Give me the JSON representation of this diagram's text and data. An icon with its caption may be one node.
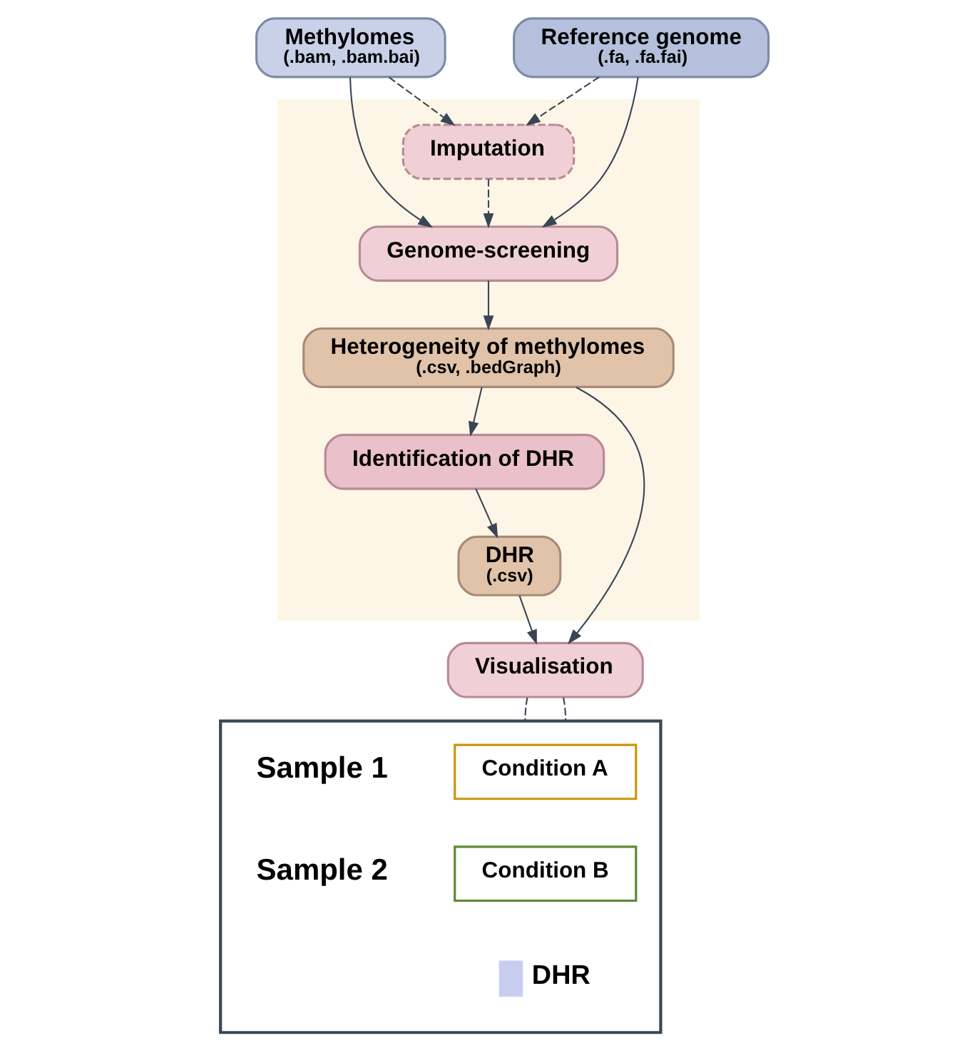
{
  "diagram": {
    "nodes": [
      {
        "text": [
          "Methylomes",
          "(.bam, .bam.bai)"
        ]
      },
      {
        "text": [
          "Reference genome",
          "(.fa, .fa.fai)"
        ]
      },
      {
        "text": [],
        "shape": "box"
      },
      {
        "text": [
          "Imputation"
        ],
        "in": 2
      },
      {
        "text": [
          "Genome-screening"
        ],
        "in": 2
      },
      {
        "text": [
          "Heterogeneity of methylomes",
          "(.csv, .bedGraph)"
        ],
        "in": 2
      },
      {
        "text": [
          "Identification of DHR"
        ],
        "in": 2
      },
      {
        "text": [
          "DHR",
          "(.csv)"
        ],
        "in": 2
      },
      {
        "text": [
          "Visualisation"
        ]
      },
      {
        "text": [],
        "shape": "box"
      },
      {
        "text": [
          "Condition A"
        ],
        "in": 9
      },
      {
        "text": [
          "Condition B"
        ],
        "in": 9
      }
    ],
    "edges": [
      {
        "from": 0,
        "to": 4,
        "arrow": "to"
      },
      {
        "from": 1,
        "to": 4,
        "arrow": "to"
      },
      {
        "from": 0,
        "to": 3,
        "arrow": "to",
        "style": "dashed"
      },
      {
        "from": 1,
        "to": 3,
        "arrow": "to",
        "style": "dashed"
      },
      {
        "from": 3,
        "to": 4,
        "arrow": "to",
        "style": "dashed"
      },
      {
        "from": 4,
        "to": 5,
        "arrow": "to"
      },
      {
        "from": 5,
        "to": 6,
        "arrow": "to"
      },
      {
        "from": 6,
        "to": 7,
        "arrow": "to"
      },
      {
        "from": 5,
        "to": 8,
        "arrow": "to"
      },
      {
        "from": 7,
        "to": 8,
        "arrow": "to"
      },
      {
        "from": 8,
        "to": 9,
        "arrow": "none",
        "style": "dashed"
      },
      {
        "from": 8,
        "to": 9,
        "arrow": "none",
        "style": "dashed"
      }
    ],
    "labels": [
      "Sample 1",
      "Sample 2"
    ],
    "legend": [
      {
        "text": "DHR",
        "color": "#c8cdf0"
      }
    ]
  }
}
